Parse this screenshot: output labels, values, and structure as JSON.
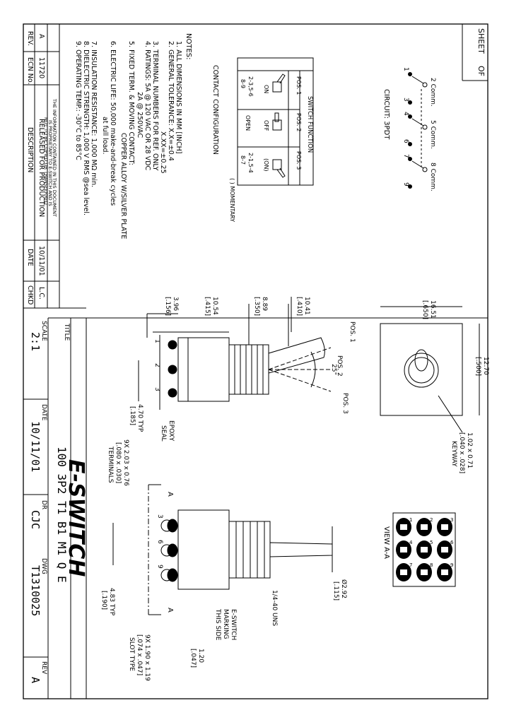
{
  "sheet": {
    "label": "SHEET",
    "of": "OF"
  },
  "revision_table": {
    "headers": [
      "REV.",
      "ECN No.",
      "DESCRIPTION",
      "DATE",
      "CHKD"
    ],
    "row": [
      "A",
      "11720",
      "RELEASED FOR PRODUCTION",
      "10/11/01",
      "L.C."
    ]
  },
  "proprietary_note": [
    "THE INFORMATION CONTAINED IN THIS DOCUMENT",
    "IS PROPRIETARY TO E-SWITCH AND IS",
    "NOT TO BE COPIED OR TRANSFERRED"
  ],
  "notes": {
    "heading": "NOTES:",
    "lines": [
      "1. ALL DIMENSIONS IN MM [INCH]",
      "2. GENERAL TOLERANCE: X.X=±0.4",
      "X.XX=±0.25",
      "3. TERMINAL NUMBERS FOR REF. ONLY",
      "4. RATINGS: 5A @ 120 VAC OR 28 VDC",
      "2A @ 250VAC",
      "5. FIXED TERM. & MOVING CONTACT:",
      "COPPER ALLOY W/SILVER PLATE",
      "6. ELECTRIC LIFE: 50,000 make-and-break cycles",
      "at full load.",
      "7. INSULATION RESISTANCE: 1,000 MΩ min.",
      "8. DIELECTRIC STRENGTH: 1,000 V RMS @sea level.",
      "9. OPERATING TEMP.: -30°C to 85°C"
    ]
  },
  "switch_function": {
    "title": "SWITCH FUNCTION",
    "headers": [
      "POS. 1",
      "POS. 2",
      "POS. 3"
    ],
    "modes": [
      "ON",
      "OFF",
      "(ON)"
    ],
    "connections": [
      "2-3,5-6\n8-9",
      "OPEN",
      "2-1,5-4\n8-7"
    ],
    "momentary_note": "( ) MOMENTARY",
    "caption": "CONTACT CONFIGURATION"
  },
  "circuit": {
    "title": "CIRCUIT: 3PDT",
    "top_labels": [
      "1",
      "3",
      "4",
      "6",
      "7",
      "9"
    ],
    "comm_labels": [
      "2 Comm.",
      "5 Comm.",
      "8 Comm."
    ]
  },
  "dimensions": {
    "d1": "3.96",
    "d1i": "[.156]",
    "d2": "10.54",
    "d2i": "[.415]",
    "d3": "8.89",
    "d3i": "[.350]",
    "d4": "10.41",
    "d4i": "[.410]",
    "d5": "16.51",
    "d5i": "[.650]",
    "d6": "12.70",
    "d6i": "[.500]",
    "keyway1": "1.02 x 0.71",
    "keyway2": "[.040 x .028]",
    "keyway3": "KEYWAY",
    "angle": "25°",
    "pos1": "POS. 1",
    "pos2": "POS. 2",
    "pos3": "POS. 3",
    "term1": "1",
    "term2": "2",
    "term3": "3",
    "d7": "4.70 TYP",
    "d7i": "[.185]",
    "epoxy": "EPOXY",
    "seal": "SEAL",
    "term_dim1": "9X 2.03 x 0.76",
    "term_dim2": "[.080 x .030]",
    "term_dim3": "TERMINALS",
    "t3": "3",
    "t6": "6",
    "t9": "9",
    "section_a": "A",
    "d8": "Ø2.92",
    "d8i": "[.115]",
    "thread": "1/4-40 UNS",
    "marking1": "E-SWITCH",
    "marking2": "MARKING",
    "marking3": "THIS SIDE",
    "d9": "4.83 TYP",
    "d9i": "[.190]",
    "d10": "1.20",
    "d10i": "[.047]",
    "slot1": "9X 1.90 x 1.19",
    "slot2": "[.074 x .047]",
    "slot3": "SLOT TYPE"
  },
  "view_aa": {
    "label": "VIEW A-A",
    "numbers": [
      "1",
      "4",
      "7",
      "2",
      "5",
      "8",
      "3",
      "6",
      "9"
    ]
  },
  "title_block": {
    "title_label": "TITLE",
    "title": "100 3P2 T1 B1 M1 Q E",
    "scale_label": "SCALE",
    "scale": "2:1",
    "date_label": "DATE",
    "date": "10/11/01",
    "dr_label": "DR",
    "dr": "CJC",
    "dwg_label": "DWG",
    "dwg": "T1310025",
    "rev_label": "REV",
    "rev": "A",
    "logo": "E-SWITCH"
  }
}
